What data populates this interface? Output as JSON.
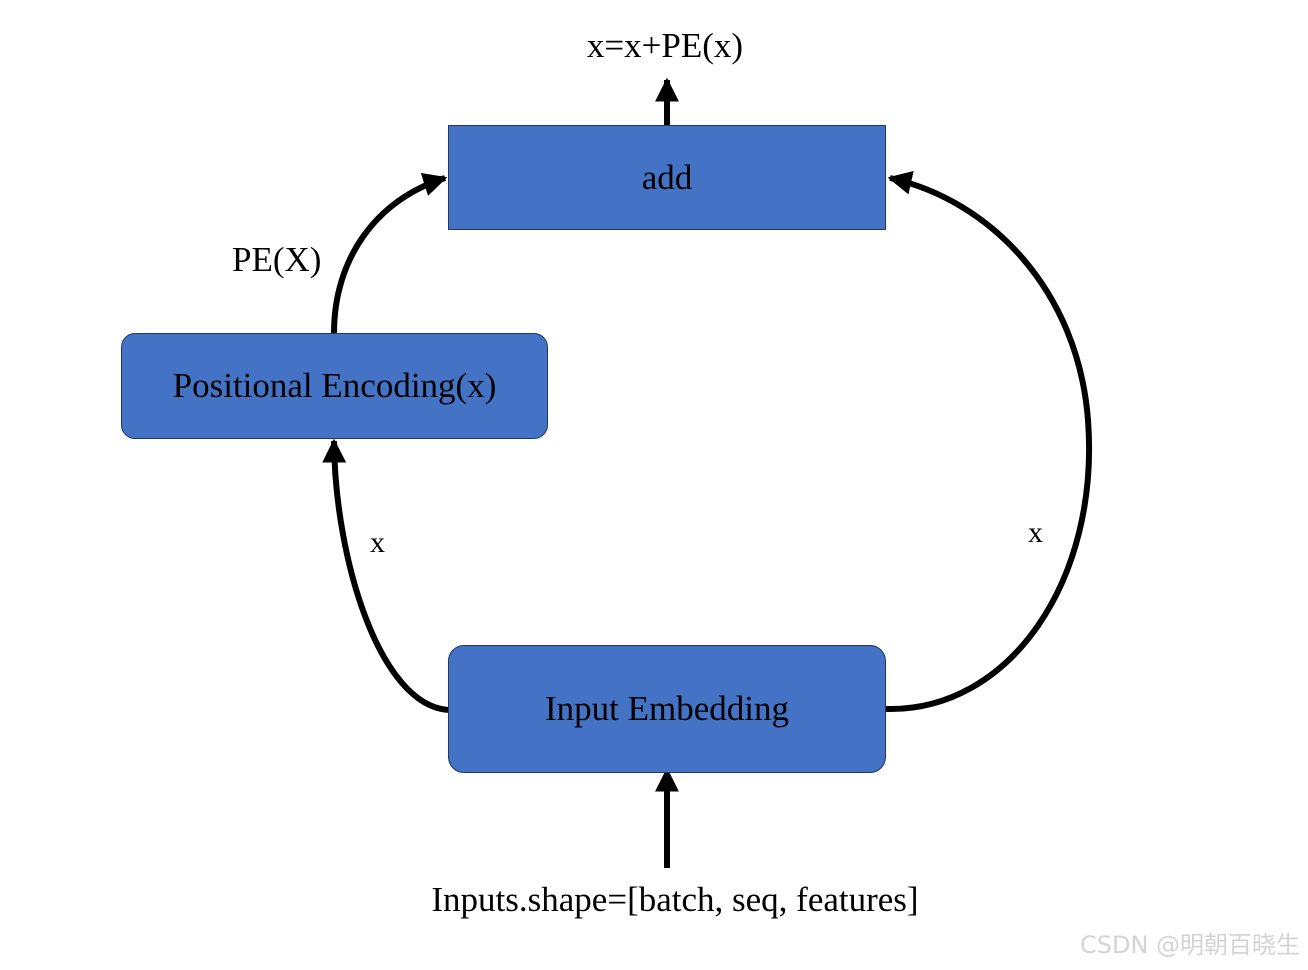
{
  "nodes": {
    "add": "add",
    "positional_encoding": "Positional Encoding(x)",
    "input_embedding": "Input Embedding"
  },
  "labels": {
    "output": "x=x+PE(x)",
    "pe_edge": "PE(X)",
    "x_left": "x",
    "x_right": "x",
    "input": "Inputs.shape=[batch, seq, features]"
  },
  "watermark": "CSDN @明朝百晓生",
  "colors": {
    "box_fill": "#4472c4",
    "box_border": "#1f3864",
    "arrow": "#000000",
    "watermark": "#d4d4d4"
  }
}
